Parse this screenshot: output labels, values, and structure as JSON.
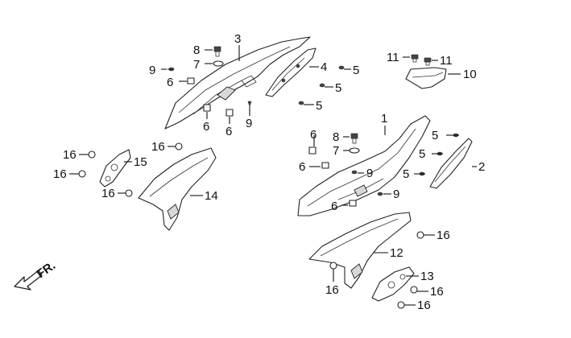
{
  "direction_label": "FR.",
  "callouts": {
    "c1": "1",
    "c2": "2",
    "c3": "3",
    "c4": "4",
    "c5a": "5",
    "c5b": "5",
    "c5c": "5",
    "c5d": "5",
    "c5e": "5",
    "c5f": "5",
    "c6a": "6",
    "c6b": "6",
    "c6c": "6",
    "c6d": "6",
    "c6e": "6",
    "c6f": "6",
    "c7a": "7",
    "c7b": "7",
    "c8a": "8",
    "c8b": "8",
    "c9a": "9",
    "c9b": "9",
    "c9c": "9",
    "c9d": "9",
    "c10": "10",
    "c11a": "11",
    "c11b": "11",
    "c12": "12",
    "c13": "13",
    "c14": "14",
    "c15": "15",
    "c16a": "16",
    "c16b": "16",
    "c16c": "16",
    "c16d": "16",
    "c16e": "16",
    "c16f": "16",
    "c16g": "16"
  }
}
